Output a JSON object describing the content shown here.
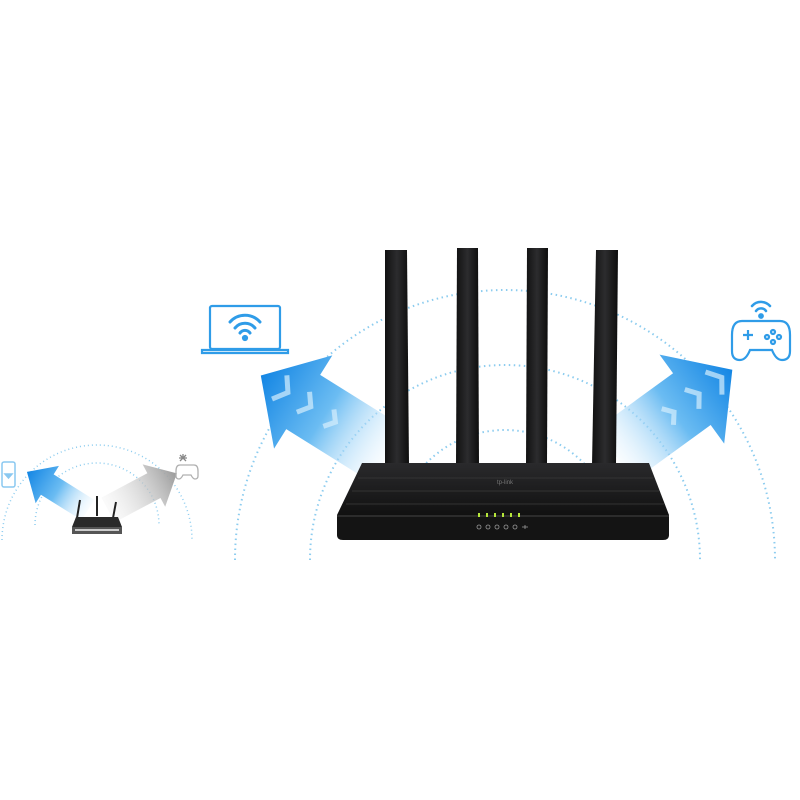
{
  "brand": {
    "logo_text": "tp-link"
  },
  "colors": {
    "background": "#ffffff",
    "signal_blue": "#1a8fe8",
    "signal_light": "#9fd4f5",
    "router_body": "#1c1c1e",
    "led_green": "#b6e63a",
    "legacy_gray": "#a8a8a8"
  },
  "scenes": {
    "legacy": {
      "devices": [
        "phone-icon",
        "gamepad-icon"
      ],
      "router": "small-router",
      "arrows": [
        "blue",
        "gray"
      ]
    },
    "new": {
      "devices": [
        "laptop-wifi-icon",
        "gamepad-wifi-icon"
      ],
      "router": "four-antenna-router",
      "arrows": [
        "blue",
        "blue"
      ],
      "led_count": 6,
      "front_icon_count": 6
    }
  }
}
